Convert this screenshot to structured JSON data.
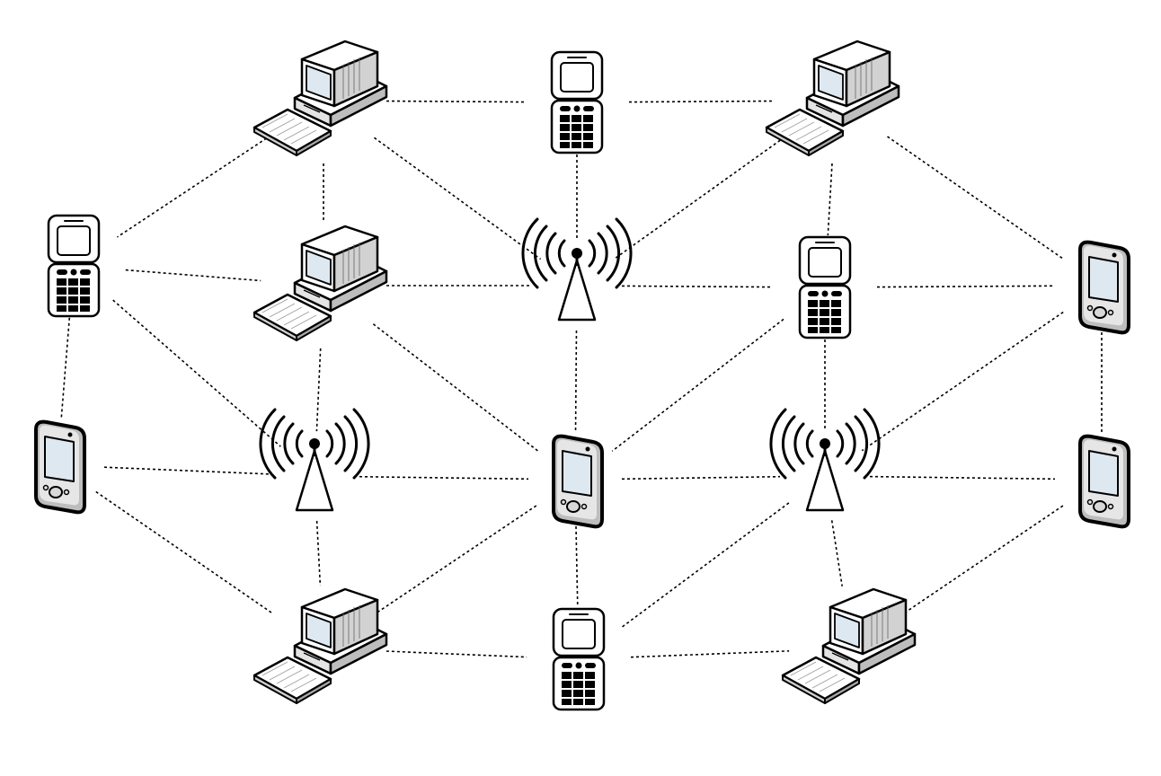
{
  "diagram": {
    "type": "mesh-network",
    "colors": {
      "stroke": "#000000",
      "background": "#ffffff",
      "screen": "#dde8f0",
      "body": "#e8e8e8"
    },
    "nodes": [
      {
        "id": "pc-top-left",
        "kind": "computer",
        "icon": "desktop-computer-icon"
      },
      {
        "id": "phone-top",
        "kind": "phone",
        "icon": "flip-phone-icon"
      },
      {
        "id": "pc-top-right",
        "kind": "computer",
        "icon": "desktop-computer-icon"
      },
      {
        "id": "phone-left",
        "kind": "phone",
        "icon": "flip-phone-icon"
      },
      {
        "id": "pc-mid-left",
        "kind": "computer",
        "icon": "desktop-computer-icon"
      },
      {
        "id": "tower-top",
        "kind": "tower",
        "icon": "radio-tower-icon"
      },
      {
        "id": "phone-mid-right",
        "kind": "phone",
        "icon": "flip-phone-icon"
      },
      {
        "id": "pda-right-top",
        "kind": "pda",
        "icon": "pda-icon"
      },
      {
        "id": "pda-left",
        "kind": "pda",
        "icon": "pda-icon"
      },
      {
        "id": "tower-left",
        "kind": "tower",
        "icon": "radio-tower-icon"
      },
      {
        "id": "pda-center",
        "kind": "pda",
        "icon": "pda-icon"
      },
      {
        "id": "tower-right",
        "kind": "tower",
        "icon": "radio-tower-icon"
      },
      {
        "id": "pda-right-bottom",
        "kind": "pda",
        "icon": "pda-icon"
      },
      {
        "id": "pc-bottom-left",
        "kind": "computer",
        "icon": "desktop-computer-icon"
      },
      {
        "id": "phone-bottom",
        "kind": "phone",
        "icon": "flip-phone-icon"
      },
      {
        "id": "pc-bottom-right",
        "kind": "computer",
        "icon": "desktop-computer-icon"
      }
    ],
    "links": [
      [
        "pc-top-left",
        "phone-top"
      ],
      [
        "phone-top",
        "pc-top-right"
      ],
      [
        "pc-top-left",
        "phone-left"
      ],
      [
        "pc-top-left",
        "pc-mid-left"
      ],
      [
        "pc-top-left",
        "tower-top"
      ],
      [
        "phone-top",
        "tower-top"
      ],
      [
        "pc-top-right",
        "tower-top"
      ],
      [
        "pc-top-right",
        "phone-mid-right"
      ],
      [
        "pc-top-right",
        "pda-right-top"
      ],
      [
        "phone-left",
        "pc-mid-left"
      ],
      [
        "phone-left",
        "tower-left"
      ],
      [
        "phone-left",
        "pda-left"
      ],
      [
        "pc-mid-left",
        "tower-top"
      ],
      [
        "pc-mid-left",
        "tower-left"
      ],
      [
        "pc-mid-left",
        "pda-center"
      ],
      [
        "tower-top",
        "phone-mid-right"
      ],
      [
        "tower-top",
        "pda-center"
      ],
      [
        "phone-mid-right",
        "pda-right-top"
      ],
      [
        "phone-mid-right",
        "pda-center"
      ],
      [
        "phone-mid-right",
        "tower-right"
      ],
      [
        "pda-right-top",
        "tower-right"
      ],
      [
        "pda-right-top",
        "pda-right-bottom"
      ],
      [
        "pda-left",
        "tower-left"
      ],
      [
        "pda-left",
        "pc-bottom-left"
      ],
      [
        "tower-left",
        "pda-center"
      ],
      [
        "tower-left",
        "pc-bottom-left"
      ],
      [
        "pda-center",
        "tower-right"
      ],
      [
        "pda-center",
        "pc-bottom-left"
      ],
      [
        "pda-center",
        "phone-bottom"
      ],
      [
        "tower-right",
        "pda-right-bottom"
      ],
      [
        "tower-right",
        "phone-bottom"
      ],
      [
        "tower-right",
        "pc-bottom-right"
      ],
      [
        "pda-right-bottom",
        "pc-bottom-right"
      ],
      [
        "pc-bottom-left",
        "phone-bottom"
      ],
      [
        "phone-bottom",
        "pc-bottom-right"
      ]
    ]
  }
}
